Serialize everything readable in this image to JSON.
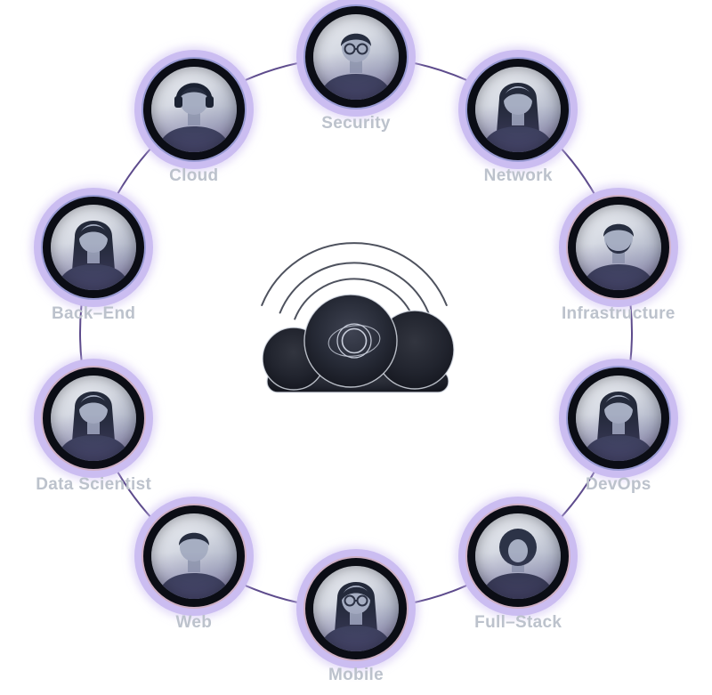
{
  "diagram": {
    "description": "Circular team diagram of tech roles connected around a central cloud signal graphic",
    "colors": {
      "halo": "#cbbdf1",
      "halo_glow": "rgba(205,192,242,0.55)",
      "connector_line": "#5d4b8c",
      "label_text": "#bcc2cc",
      "avatar_ring": "#0b0d15"
    },
    "center_icon": "cloud-signal-icon",
    "members": [
      {
        "label": "Security",
        "avatar": "man-curly-hair-glasses",
        "accent": "#4a66a8"
      },
      {
        "label": "Network",
        "avatar": "woman-long-hair",
        "accent": "#4a66a8"
      },
      {
        "label": "Infrastructure",
        "avatar": "man-beard",
        "accent": "#d39a82"
      },
      {
        "label": "DevOps",
        "avatar": "woman-long-hair",
        "accent": "#4a66a8"
      },
      {
        "label": "Full–Stack",
        "avatar": "woman-hijab",
        "accent": "#d39a82"
      },
      {
        "label": "Mobile",
        "avatar": "woman-long-hair-glasses",
        "accent": "#d39a82"
      },
      {
        "label": "Web",
        "avatar": "man-short-hair",
        "accent": "#d39a82"
      },
      {
        "label": "Data Scientist",
        "avatar": "woman-braids",
        "accent": "#d39a82"
      },
      {
        "label": "Back–End",
        "avatar": "woman-ponytail",
        "accent": "#4a66a8"
      },
      {
        "label": "Cloud",
        "avatar": "man-headphones",
        "accent": "#4a66a8"
      }
    ]
  }
}
